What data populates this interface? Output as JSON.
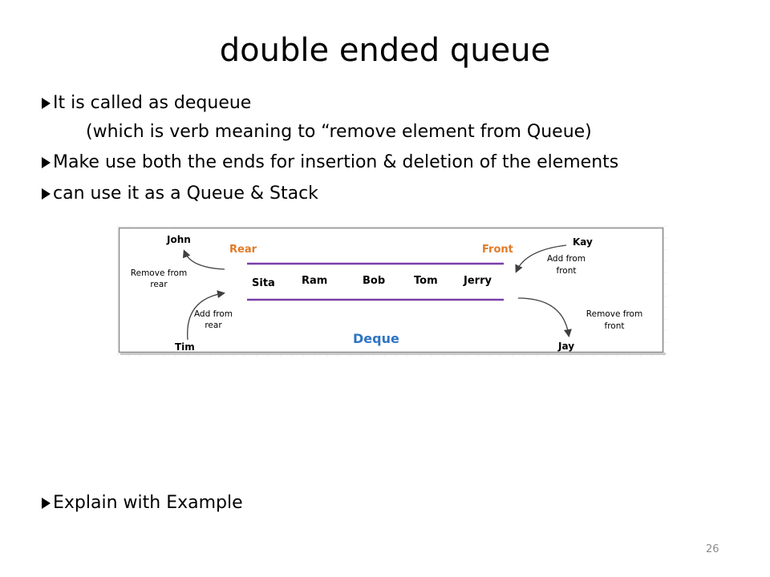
{
  "slide": {
    "title": "double ended queue",
    "bullets": [
      "It is called as dequeue",
      "Make use both the ends for insertion & deletion of the elements",
      "can use it as a Queue & Stack"
    ],
    "sub_line": "(which is verb meaning to “remove element from Queue)",
    "final_bullet": "Explain with  Example",
    "page_number": "26"
  },
  "diagram": {
    "rear_label": "Rear",
    "front_label": "Front",
    "deque_label": "Deque",
    "elements": [
      "Sita",
      "Ram",
      "Bob",
      "Tom",
      "Jerry"
    ],
    "john": "John",
    "remove_from_rear": [
      "Remove from",
      "rear"
    ],
    "tim": "Tim",
    "add_from_rear": [
      "Add from",
      "rear"
    ],
    "kay": "Kay",
    "add_from_front": [
      "Add from",
      "front"
    ],
    "jay": "Jay",
    "remove_from_front": [
      "Remove from",
      "front"
    ],
    "colors": {
      "accent_orange": "#E07B28",
      "queue_line": "#7B3FA8",
      "deque_blue": "#2E74C4",
      "arrow": "#404040"
    }
  }
}
